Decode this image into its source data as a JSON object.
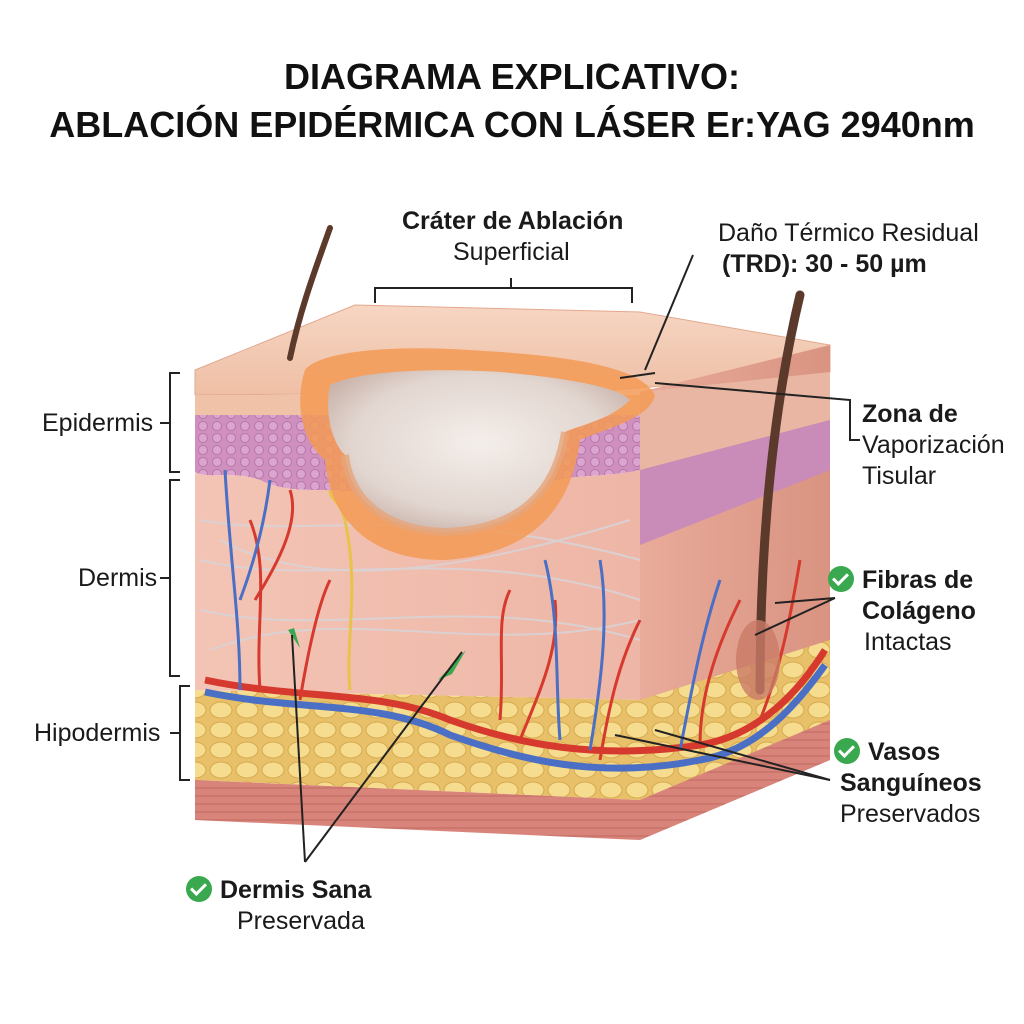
{
  "title": {
    "line1": "DIAGRAMA EXPLICATIVO:",
    "line2": "ABLACIÓN EPIDÉRMICA CON LÁSER Er:YAG 2940nm"
  },
  "labels": {
    "crater": {
      "bold": "Cráter de Ablación",
      "normal": "Superficial"
    },
    "trd": {
      "line1": "Daño Térmico Residual",
      "line2": "(TRD): 30 - 50 µm"
    },
    "zona": {
      "bold": "Zona de",
      "line2": "Vaporización",
      "line3": "Tisular"
    },
    "epidermis": "Epidermis",
    "dermis": "Dermis",
    "hipodermis": "Hipodermis",
    "fibras": {
      "line1": "Fibras de",
      "line2": "Colágeno",
      "line3": "Intactas"
    },
    "vasos": {
      "line1": "Vasos",
      "line2": "Sanguíneos",
      "line3": "Preservados"
    },
    "dermis_sana": {
      "line1": "Dermis Sana",
      "line2": "Preservada"
    }
  },
  "colors": {
    "epidermis_surface": "#f2c7ad",
    "epidermis_cells": "#cf8fbf",
    "dermis": "#f1bcae",
    "hypodermis_fat": "#f1d98a",
    "muscle": "#d9847a",
    "artery": "#d63a2e",
    "vein": "#4a6fc4",
    "nerve": "#e8c24a",
    "crater_rim": "#f39a55",
    "check": "#3aa84f"
  }
}
